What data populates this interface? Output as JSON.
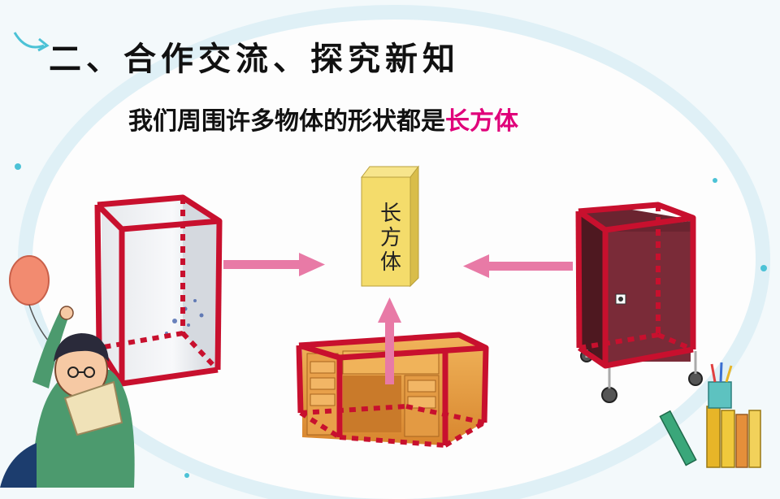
{
  "title": "二、合作交流、探究新知",
  "subtitle": {
    "text": "我们周围许多物体的形状都是",
    "highlight": "长方体"
  },
  "center_box": {
    "chars": [
      "长",
      "方",
      "体"
    ]
  },
  "colors": {
    "edge_red": "#c8102e",
    "arrow_pink": "#e87aa6",
    "highlight": "#e0007a",
    "box_yellow": "#f4dc6b"
  },
  "icons": [
    "balloon-icon",
    "books-icon",
    "pencil-cup-icon",
    "arrow-deco-icon"
  ]
}
